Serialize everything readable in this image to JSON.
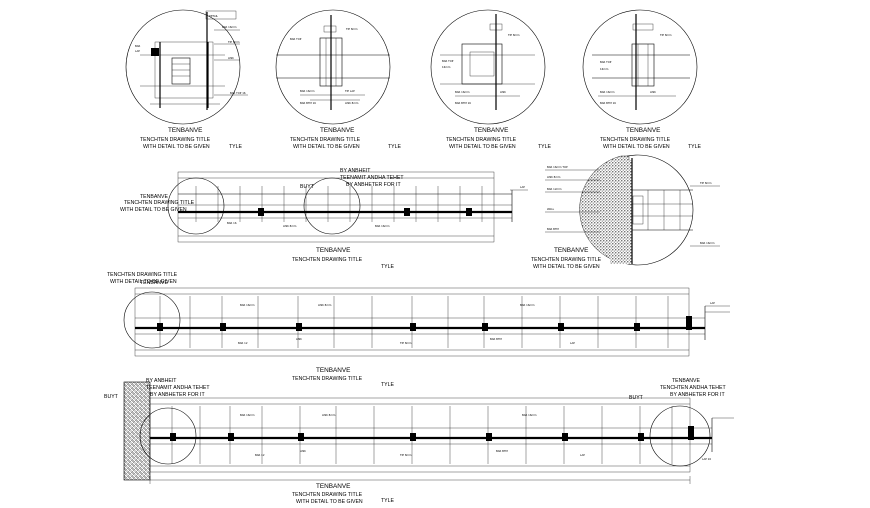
{
  "details": [
    {
      "title": "TENBANVE",
      "subtitle": "TENCHTEN DRAWING TITLE",
      "note": "WITH DETAIL TO BE GIVEN",
      "tag": "TYLE"
    },
    {
      "title": "TENBANVE",
      "subtitle": "TENCHTEN DRAWING TITLE",
      "note": "WITH DETAIL TO BE GIVEN",
      "tag": "TYLE"
    },
    {
      "title": "TENBANVE",
      "subtitle": "TENCHTEN DRAWING TITLE",
      "note": "WITH DETAIL TO BE GIVEN",
      "tag": "TYLE"
    },
    {
      "title": "TENBANVE",
      "subtitle": "TENCHTEN DRAWING TITLE",
      "note": "WITH DETAIL TO BE GIVEN",
      "tag": "TYLE"
    }
  ],
  "beam1": {
    "title": "TENBANVE",
    "subtitle": "TENCHTEN DRAWING TITLE",
    "tag": "TYLE",
    "side_title": "TENBANVE",
    "side_subtitle": "TENCHTEN DRAWING TITLE",
    "side_note": "WITH DETAIL TO BE GIVEN",
    "top_note_1": "BY ANBHEIT",
    "top_note_2": "TEENAMIT ANDHA TEHET",
    "top_note_3": "BY ANBHETER FOR IT",
    "mid_tag": "BUYT"
  },
  "wall_detail": {
    "title": "TENBANVE",
    "subtitle": "TENCHTEN DRAWING TITLE",
    "note": "WITH DETAIL TO BE GIVEN"
  },
  "beam2": {
    "title": "TENBANVE",
    "subtitle": "TENCHTEN DRAWING TITLE",
    "tag": "TYLE",
    "side_title": "TENBANVE",
    "side_subtitle": "TENCHTEN DRAWING TITLE",
    "side_note": "WITH DETAIL TO BE GIVEN"
  },
  "beam3": {
    "title": "TENBANVE",
    "subtitle": "TENCHTEN DRAWING TITLE",
    "tag": "TYLE",
    "note": "WITH DETAIL TO BE GIVEN",
    "left_tag": "BUYT",
    "mid_tag": "BUYT",
    "top_note_1": "BY ANBHEIT",
    "top_note_2": "TEENAMIT ANDHA TEHET",
    "top_note_3": "BY ANBHETER FOR IT",
    "right_note_1": "TENBANVE",
    "right_note_2": "TENCHTEN ANDHA TEHET",
    "right_note_3": "BY ANBHETER FOR IT"
  }
}
